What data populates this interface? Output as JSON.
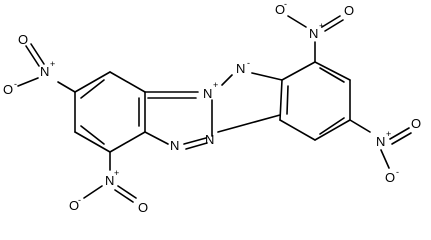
{
  "atoms": {
    "n_bridge_top": "N",
    "n_bridge_top_charge": "+",
    "n_top_right": "N",
    "n_top_right_charge": "-",
    "n_bridge_bottom": "N",
    "n_bottom_left": "N",
    "nitro_n": "N",
    "nitro_o": "O",
    "nitro_plus": "+",
    "nitro_minus": "-"
  },
  "colors": {
    "ink": "#000000",
    "background": "#ffffff"
  }
}
